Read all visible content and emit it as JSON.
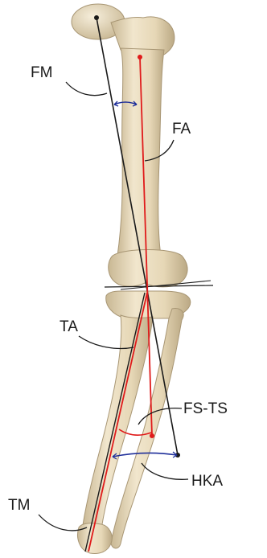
{
  "labels": {
    "fm": "FM",
    "fa": "FA",
    "ta": "TA",
    "fs_ts": "FS-TS",
    "hka": "HKA",
    "tm": "TM"
  },
  "colors": {
    "bone": "#e9dcc0",
    "bone_shadow": "#b9a987",
    "mechanical_axis": "#1a1a1a",
    "anatomical_axis": "#e01b1b",
    "angle_arc_blue": "#1f2f9a",
    "angle_arc_red": "#e01b1b"
  }
}
